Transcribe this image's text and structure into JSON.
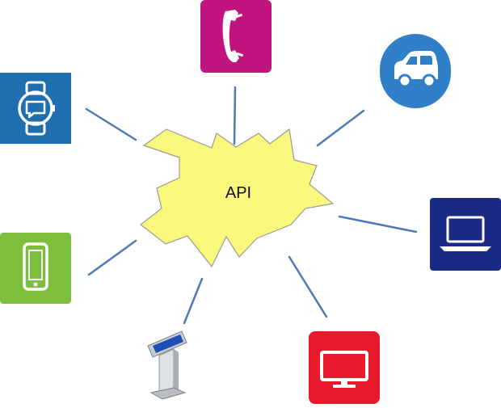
{
  "hub": {
    "label": "API",
    "fill": "#faf87c",
    "stroke": "#9a9a9a"
  },
  "connector_color": "#4f7ab8",
  "devices": [
    {
      "id": "phone",
      "icon": "phone-icon",
      "color": "#c0157e"
    },
    {
      "id": "car",
      "icon": "car-icon",
      "color": "#2f7fc9"
    },
    {
      "id": "smartwatch",
      "icon": "smartwatch-icon",
      "color": "#1f6fb0"
    },
    {
      "id": "laptop",
      "icon": "laptop-icon",
      "color": "#1b2a84"
    },
    {
      "id": "mobile",
      "icon": "mobile-phone-icon",
      "color": "#7cbf3c"
    },
    {
      "id": "kiosk",
      "icon": "kiosk-icon",
      "color": "#cfd3d8"
    },
    {
      "id": "tv",
      "icon": "tv-monitor-icon",
      "color": "#e8192c"
    }
  ]
}
